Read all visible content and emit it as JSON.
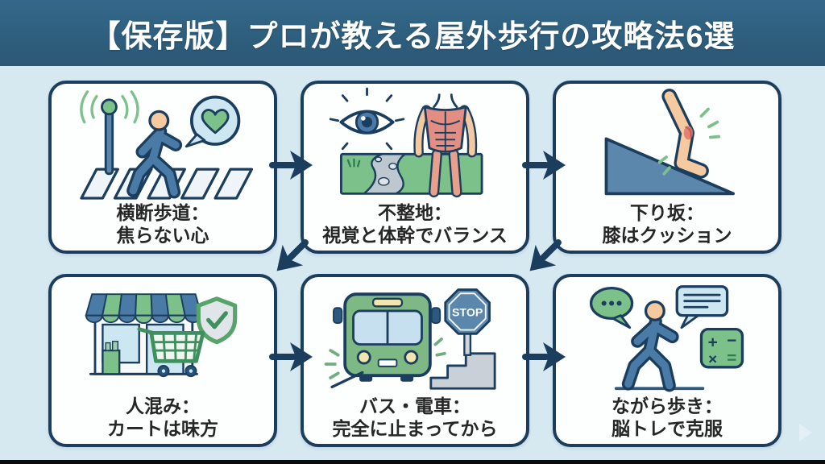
{
  "header": {
    "title": "【保存版】プロが教える屋外歩行の攻略法6選"
  },
  "cards": [
    {
      "icon": "pedestrian-crossing",
      "line1": "横断歩道：",
      "line2": "焦らない心"
    },
    {
      "icon": "eye-and-core-muscles",
      "line1": "不整地：",
      "line2": "視覚と体幹でバランス"
    },
    {
      "icon": "leg-on-downhill-slope",
      "line1": "下り坂：",
      "line2": "膝はクッション"
    },
    {
      "icon": "store-shield-and-cart",
      "line1": "人混み：",
      "line2": "カートは味方"
    },
    {
      "icon": "bus-and-stop-sign",
      "line1": "バス・電車：",
      "line2": "完全に止まってから",
      "sign_label": "STOP"
    },
    {
      "icon": "walking-with-thought-bubbles",
      "line1": "ながら歩き：",
      "line2": "脳トレで克服",
      "math_symbols": [
        "+",
        "−",
        "×",
        "="
      ]
    }
  ],
  "flow": {
    "direction": "left-to-right, top row then bottom row",
    "arrow_count": 6
  },
  "colors": {
    "header_bg": "#2e5e7d",
    "page_bg": "#d6e9f1",
    "card_bg": "#fdfefe",
    "card_border": "#1c3e5e",
    "accent_green": "#7cc08a",
    "accent_blue": "#4a7ba6",
    "light_blue": "#cde7f2",
    "skin": "#f6caa0",
    "muscle_red": "#e28e82",
    "cream_yellow": "#f1e6ad",
    "stone_gray": "#c9d0d7",
    "text": "#262626"
  }
}
